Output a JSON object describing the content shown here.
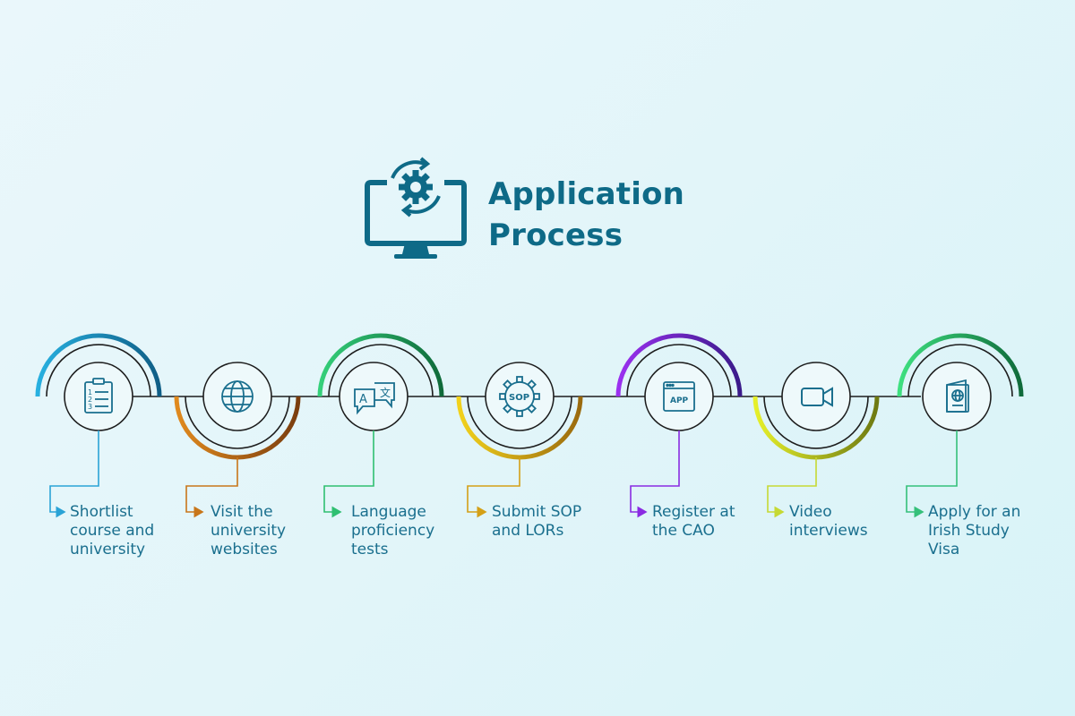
{
  "title": {
    "line1": "Application",
    "line2": "Process"
  },
  "steps": [
    {
      "label": "Shortlist\ncourse and\nuniversity",
      "icon": "numbered-list-clipboard-icon",
      "color": "#2aa3d6"
    },
    {
      "label": "Visit the\nuniversity\nwebsites",
      "icon": "globe-icon",
      "color": "#c8761a"
    },
    {
      "label": "Language\nproficiency\ntests",
      "icon": "translate-speech-icon",
      "color": "#2fbf71"
    },
    {
      "label": "Submit SOP\nand LORs",
      "icon": "sop-gear-icon",
      "color": "#d4a017"
    },
    {
      "label": "Register at\nthe  CAO",
      "icon": "app-window-icon",
      "color": "#8a2be2"
    },
    {
      "label": "Video\ninterviews",
      "icon": "video-camera-icon",
      "color": "#c6d934"
    },
    {
      "label": "Apply for an\nIrish Study\nVisa",
      "icon": "passport-icon",
      "color": "#35c07a"
    }
  ],
  "colors": {
    "title": "#0e6a87",
    "icon": "#1a6f8e",
    "line": "#1d1d1d"
  }
}
